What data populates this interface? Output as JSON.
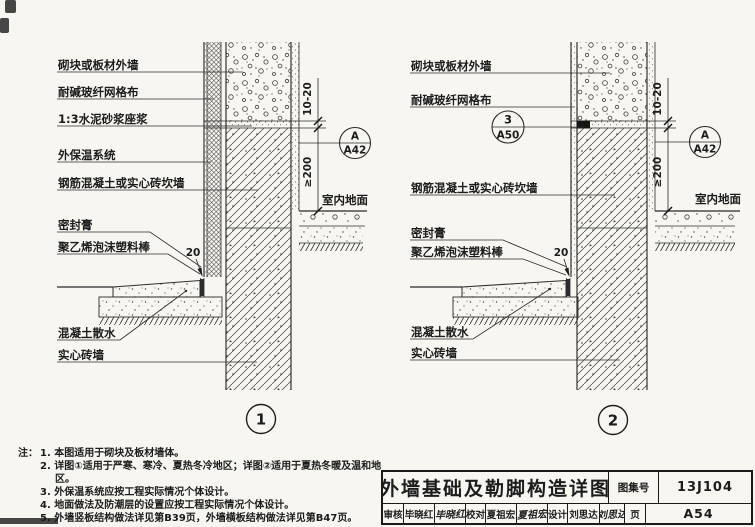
{
  "drawing": {
    "labels": {
      "exterior_wall": "砌块或板材外墙",
      "mesh_cloth": "耐碱玻纤网格布",
      "mortar_bed": "1:3水泥砂浆座浆",
      "insulation_system": "外保温系统",
      "plinth_wall": "钢筋混凝土或实心砖坎墙",
      "sealant": "密封膏",
      "foam_rod": "聚乙烯泡沫塑料棒",
      "concrete_apron": "混凝土散水",
      "solid_brick_wall": "实心砖墙",
      "indoor_floor": "室内地面"
    },
    "dims": {
      "gap": "20",
      "bed_thickness": "10-20",
      "min_height": "≥200"
    },
    "markers": {
      "detail1_no": "1",
      "detail2_no": "2",
      "ref_a_code": "A",
      "ref_a_page": "A42",
      "ref_3_code": "3",
      "ref_3_page": "A50"
    }
  },
  "notes": {
    "prefix": "注：",
    "items": [
      "1. 本图适用于砌块及板材墙体。",
      "2. 详图①适用于严寒、寒冷、夏热冬冷地区；详图②适用于夏热冬暖及温和地区。",
      "3. 外保温系统应按工程实际情况个体设计。",
      "4. 地面做法及防潮层的设置应按工程实际情况个体设计。",
      "5. 外墙竖板结构做法详见第B39页，外墙横板结构做法详见第B47页。"
    ]
  },
  "titleblock": {
    "title": "外墙基础及勒脚构造详图",
    "atlas_label": "图集号",
    "atlas_no": "13J104",
    "page_label": "页",
    "page_no": "A54",
    "reviewer_label": "审核",
    "reviewer_name": "毕晓红",
    "reviewer_sig": "毕晓红",
    "checker_label": "校对",
    "checker_name": "夏祖宏",
    "checker_sig": "夏祖宏",
    "designer_label": "设计",
    "designer_name": "刘思达",
    "designer_sig": "刘思达"
  }
}
